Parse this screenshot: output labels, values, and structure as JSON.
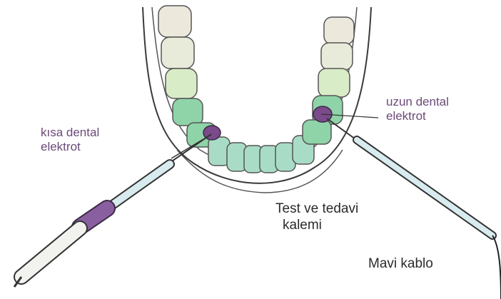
{
  "labels": {
    "short_electrode_line1": "kısa dental",
    "short_electrode_line2": "elektrot",
    "long_electrode_line1": "uzun dental",
    "long_electrode_line2": "elektrot",
    "pen_line1": "Test ve tedavi",
    "pen_line2": "kalemi",
    "cable": "Mavi kablo"
  },
  "colors": {
    "label_purple": "#6b4a78",
    "label_dark": "#2b2b2b",
    "tooth_back": "#ece8dc",
    "tooth_mid": "#d9ecc8",
    "tooth_green": "#8fd4a8",
    "tooth_front": "#a9dcc6",
    "contact_purple": "#7a4a8a",
    "handle_purple": "#8a5fa0",
    "shaft_light": "#d8ecef"
  }
}
